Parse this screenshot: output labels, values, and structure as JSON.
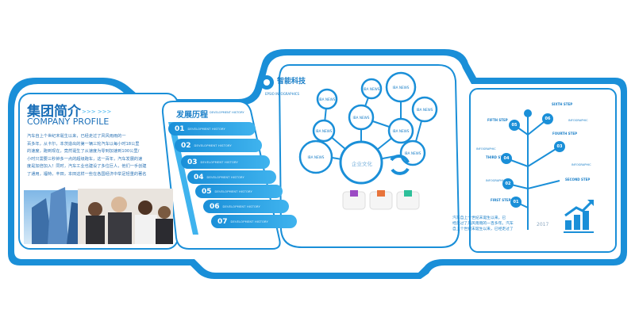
{
  "colors": {
    "accent": "#1a8fd8",
    "accent_light": "#3fb3ee",
    "bg_panel": "#eaf5fc"
  },
  "left": {
    "title": "集团简介",
    "title_arrows": ">>> >>>",
    "subtitle": "COMPANY PROFILE",
    "lines": [
      "汽车自上个世纪末诞生以来，已经走过了风风雨雨的一",
      "百多年，从卡尔，本茨造出的第一辆三轮汽车以每小时18公里",
      "的速度，跑到现在，竟然诞生了从速度为零到加速到100公里/",
      "小时只需要三秒钟多一点的超级跑车，这一百年，汽车发展的速",
      "度是加倍加入！同时，汽车工业也建设了多位巨人，他们一手创建",
      "了通用，福特，丰田，本田这样一些在各国经济中举足轻重的著名"
    ]
  },
  "timeline": {
    "title": "发展历程",
    "title_tag": "DEVELOPMENT HISTORY",
    "items": [
      {
        "num": "01",
        "label": "DEVELOPMENT HISTORY"
      },
      {
        "num": "02",
        "label": "DEVELOPMENT HISTORY"
      },
      {
        "num": "03",
        "label": "DEVELOPMENT HISTORY"
      },
      {
        "num": "04",
        "label": "DEVELOPMENT HISTORY"
      },
      {
        "num": "05",
        "label": "DEVELOPMENT HISTORY"
      },
      {
        "num": "06",
        "label": "DEVELOPMENT HISTORY"
      },
      {
        "num": "07",
        "label": "DEVELOPMENT HISTORY"
      }
    ]
  },
  "center": {
    "brand": "智能科技",
    "brand_sub": "EPSIO INFOGRAPHICS",
    "core": "企业文化",
    "node_label": "IBA NEWS"
  },
  "right": {
    "steps": [
      "FIFTH STEP",
      "SIXTH STEP",
      "FOURTH STEP",
      "THIRD STEP",
      "SECOND STEP",
      "FIRST STEP"
    ],
    "infographic": "INFOGRAPHIC",
    "year": "2017",
    "caption": [
      "汽车自上个世纪末诞生以来，已",
      "经走过了风风雨雨的一百多年。汽车",
      "自上个世纪末诞生以来，已经走过了"
    ],
    "numbers": [
      "05",
      "06",
      "04",
      "03",
      "02",
      "01"
    ]
  }
}
